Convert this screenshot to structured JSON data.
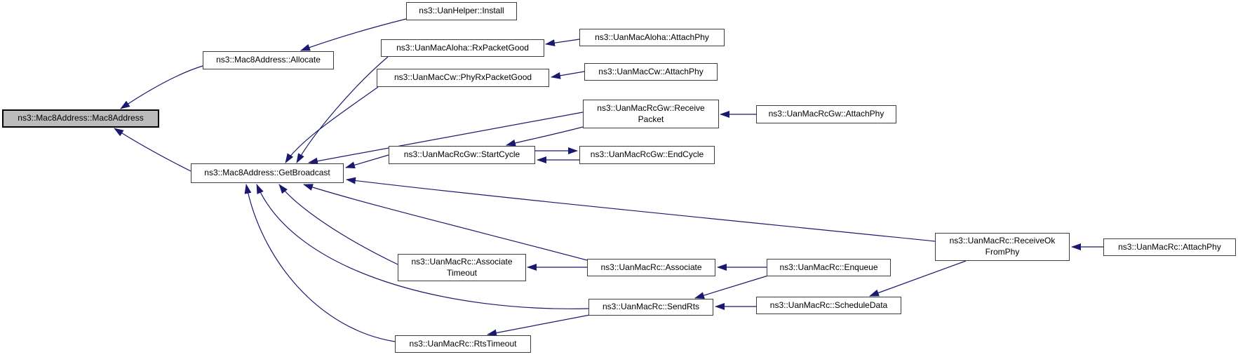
{
  "graph": {
    "type": "caller-graph",
    "colors": {
      "edge": "#191970",
      "node_border": "#3d3d3d",
      "node_fill": "#ffffff",
      "highlight_fill": "#bcbcbc",
      "text": "#000000",
      "background": "#ffffff"
    },
    "nodes": [
      {
        "id": "mac8address",
        "label": "ns3::Mac8Address::Mac8Address",
        "highlighted": true
      },
      {
        "id": "allocate",
        "label": "ns3::Mac8Address::Allocate"
      },
      {
        "id": "install",
        "label": "ns3::UanHelper::Install"
      },
      {
        "id": "aloha-rxpacketgood",
        "label": "ns3::UanMacAloha::RxPacketGood"
      },
      {
        "id": "aloha-attachphy",
        "label": "ns3::UanMacAloha::AttachPhy"
      },
      {
        "id": "cw-phyrxpacketgood",
        "label": "ns3::UanMacCw::PhyRxPacketGood"
      },
      {
        "id": "cw-attachphy",
        "label": "ns3::UanMacCw::AttachPhy"
      },
      {
        "id": "rcgw-receivepacket",
        "label": "ns3::UanMacRcGw::Receive\nPacket"
      },
      {
        "id": "rcgw-attachphy",
        "label": "ns3::UanMacRcGw::AttachPhy"
      },
      {
        "id": "rcgw-startcycle",
        "label": "ns3::UanMacRcGw::StartCycle"
      },
      {
        "id": "rcgw-endcycle",
        "label": "ns3::UanMacRcGw::EndCycle"
      },
      {
        "id": "getbroadcast",
        "label": "ns3::Mac8Address::GetBroadcast"
      },
      {
        "id": "rc-receiveokfromphy",
        "label": "ns3::UanMacRc::ReceiveOk\nFromPhy"
      },
      {
        "id": "rc-attachphy",
        "label": "ns3::UanMacRc::AttachPhy"
      },
      {
        "id": "rc-associatetimeout",
        "label": "ns3::UanMacRc::Associate\nTimeout"
      },
      {
        "id": "rc-associate",
        "label": "ns3::UanMacRc::Associate"
      },
      {
        "id": "rc-enqueue",
        "label": "ns3::UanMacRc::Enqueue"
      },
      {
        "id": "rc-sendrts",
        "label": "ns3::UanMacRc::SendRts"
      },
      {
        "id": "rc-scheduledata",
        "label": "ns3::UanMacRc::ScheduleData"
      },
      {
        "id": "rc-rtstimeout",
        "label": "ns3::UanMacRc::RtsTimeout"
      }
    ],
    "edges": [
      {
        "from": "allocate",
        "to": "mac8address"
      },
      {
        "from": "getbroadcast",
        "to": "mac8address"
      },
      {
        "from": "install",
        "to": "allocate"
      },
      {
        "from": "aloha-attachphy",
        "to": "aloha-rxpacketgood"
      },
      {
        "from": "cw-attachphy",
        "to": "cw-phyrxpacketgood"
      },
      {
        "from": "rcgw-attachphy",
        "to": "rcgw-receivepacket"
      },
      {
        "from": "aloha-rxpacketgood",
        "to": "getbroadcast"
      },
      {
        "from": "cw-phyrxpacketgood",
        "to": "getbroadcast"
      },
      {
        "from": "rcgw-receivepacket",
        "to": "getbroadcast"
      },
      {
        "from": "rcgw-receivepacket",
        "to": "rcgw-startcycle"
      },
      {
        "from": "rcgw-startcycle",
        "to": "rcgw-endcycle"
      },
      {
        "from": "rcgw-endcycle",
        "to": "rcgw-startcycle"
      },
      {
        "from": "rcgw-startcycle",
        "to": "getbroadcast"
      },
      {
        "from": "rc-receiveokfromphy",
        "to": "getbroadcast"
      },
      {
        "from": "rc-attachphy",
        "to": "rc-receiveokfromphy"
      },
      {
        "from": "rc-associate",
        "to": "getbroadcast"
      },
      {
        "from": "rc-associatetimeout",
        "to": "getbroadcast"
      },
      {
        "from": "rc-sendrts",
        "to": "getbroadcast"
      },
      {
        "from": "rc-rtstimeout",
        "to": "getbroadcast"
      },
      {
        "from": "rc-associate",
        "to": "rc-associatetimeout"
      },
      {
        "from": "rc-enqueue",
        "to": "rc-associate"
      },
      {
        "from": "rc-enqueue",
        "to": "rc-sendrts"
      },
      {
        "from": "rc-receiveokfromphy",
        "to": "rc-scheduledata"
      },
      {
        "from": "rc-scheduledata",
        "to": "rc-sendrts"
      },
      {
        "from": "rc-sendrts",
        "to": "rc-rtstimeout"
      }
    ]
  }
}
